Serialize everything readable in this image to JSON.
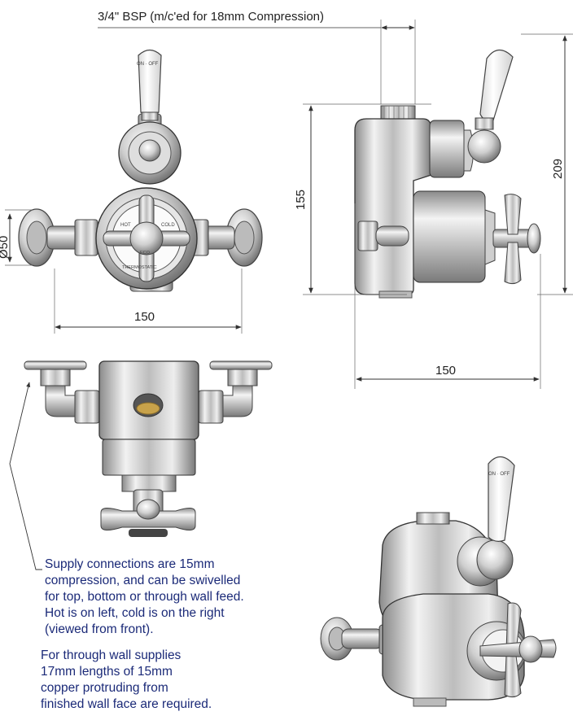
{
  "dimensions": {
    "thread_spec": "3/4\" BSP (m/c'ed for 18mm Compression)",
    "front_diameter": "Ø50",
    "front_width": "150",
    "side_height_lower": "155",
    "side_height_upper": "209",
    "side_depth": "150"
  },
  "handle_marks": {
    "on_off": "ON · OFF",
    "hot": "HOT",
    "cold": "COLD",
    "thermostatic": "THERMOSTATIC",
    "eco": "ECO"
  },
  "notes": {
    "supply": [
      "Supply connections are 15mm",
      "compression, and can be swivelled",
      "for top, bottom or through wall feed.",
      "Hot is on left, cold is on the right",
      "(viewed from front)."
    ],
    "through_wall": [
      "For through wall supplies",
      "17mm lengths of 15mm",
      "copper protruding from",
      "finished wall face are required."
    ]
  },
  "colors": {
    "chrome_light": "#f4f4f4",
    "chrome_mid": "#c9c9c9",
    "chrome_dark": "#6e6e6e",
    "ceramic": "#fafafa",
    "brass": "#c8a24a",
    "note_text": "#1b2a78",
    "dimension_line": "#333333"
  }
}
